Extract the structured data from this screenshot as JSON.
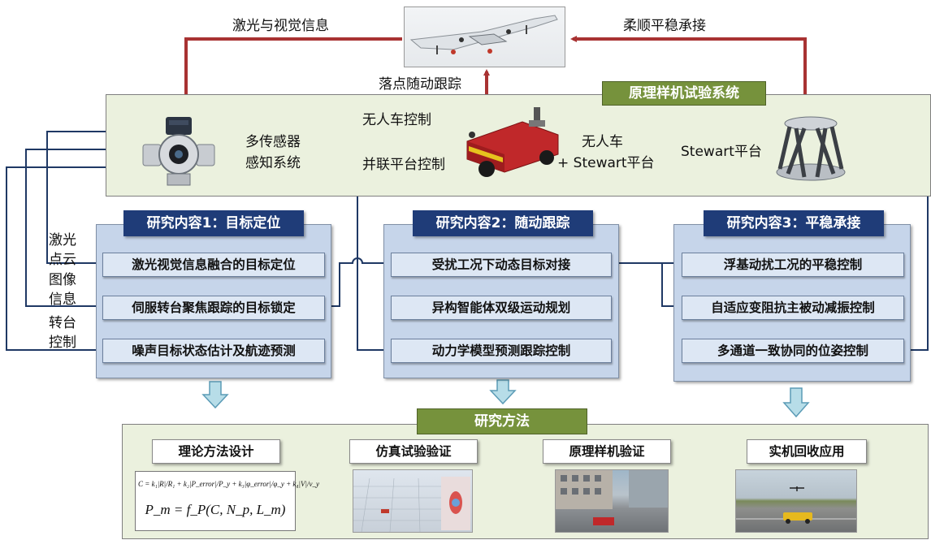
{
  "top": {
    "left_arrow_label": "激光与视觉信息",
    "right_arrow_label": "柔顺平稳承接",
    "uav_down_label": "落点随动跟踪"
  },
  "system": {
    "title": "原理样机试验系统",
    "sensor_label_line1": "多传感器",
    "sensor_label_line2": "感知系统",
    "car_control": "无人车控制",
    "parallel_control": "并联平台控制",
    "car_label_line1": "无人车",
    "car_label_line2": "+ Stewart平台",
    "stewart_label": "Stewart平台"
  },
  "side_labels": {
    "laser_line1": "激光",
    "laser_line2": "点云",
    "image_line1": "图像",
    "image_line2": "信息",
    "turntable_line1": "转台",
    "turntable_line2": "控制"
  },
  "research": [
    {
      "title": "研究内容1：目标定位",
      "items": [
        "激光视觉信息融合的目标定位",
        "伺服转台聚焦跟踪的目标锁定",
        "噪声目标状态估计及航迹预测"
      ]
    },
    {
      "title": "研究内容2：随动跟踪",
      "items": [
        "受扰工况下动态目标对接",
        "异构智能体双级运动规划",
        "动力学模型预测跟踪控制"
      ]
    },
    {
      "title": "研究内容3：平稳承接",
      "items": [
        "浮基动扰工况的平稳控制",
        "自适应变阻抗主被动减振控制",
        "多通道一致协同的位姿控制"
      ]
    }
  ],
  "methods": {
    "title": "研究方法",
    "steps": [
      "理论方法设计",
      "仿真试验验证",
      "原理样机验证",
      "实机回收应用"
    ],
    "formula_line1": "C = k₁|R|/R₁ + k₂|P_error|/P_y + k₃|φ_error|/φ_y + k₄|V|/v_y",
    "formula_line2": "P_m = f_P(C, N_p, L_m)"
  },
  "colors": {
    "red_arrow": "#a83232",
    "navy_line": "#1f3864",
    "title_blue": "#1f3c78",
    "green_tag": "#76923c",
    "panel_green": "#ebf1de",
    "panel_blue": "#c6d5ea",
    "hollow_arrow": "#b7dde8"
  }
}
